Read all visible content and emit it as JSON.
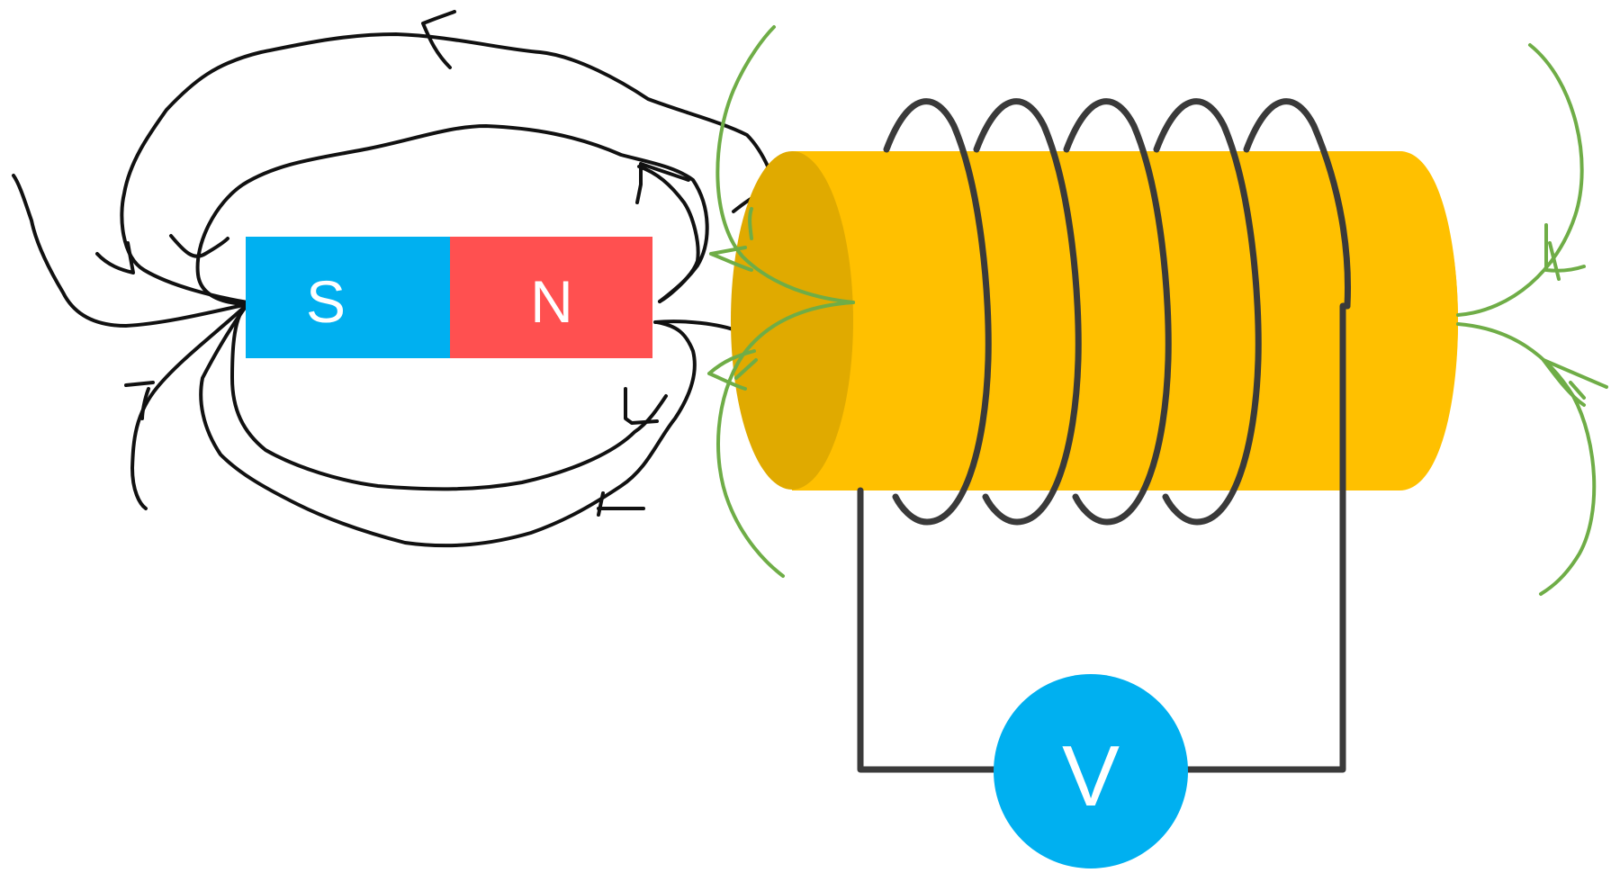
{
  "magnet": {
    "south_label": "S",
    "north_label": "N",
    "south_color": "#00b0f0",
    "north_color": "#ff5050"
  },
  "solenoid": {
    "core_color": "#ffc000",
    "core_end_color": "#e0aa00",
    "coil_color": "#3a3a3a",
    "turns": 5
  },
  "meter": {
    "label": "V",
    "color": "#00b0f0"
  },
  "field_lines": {
    "magnet_color": "#111111",
    "induced_color": "#6fad47"
  }
}
